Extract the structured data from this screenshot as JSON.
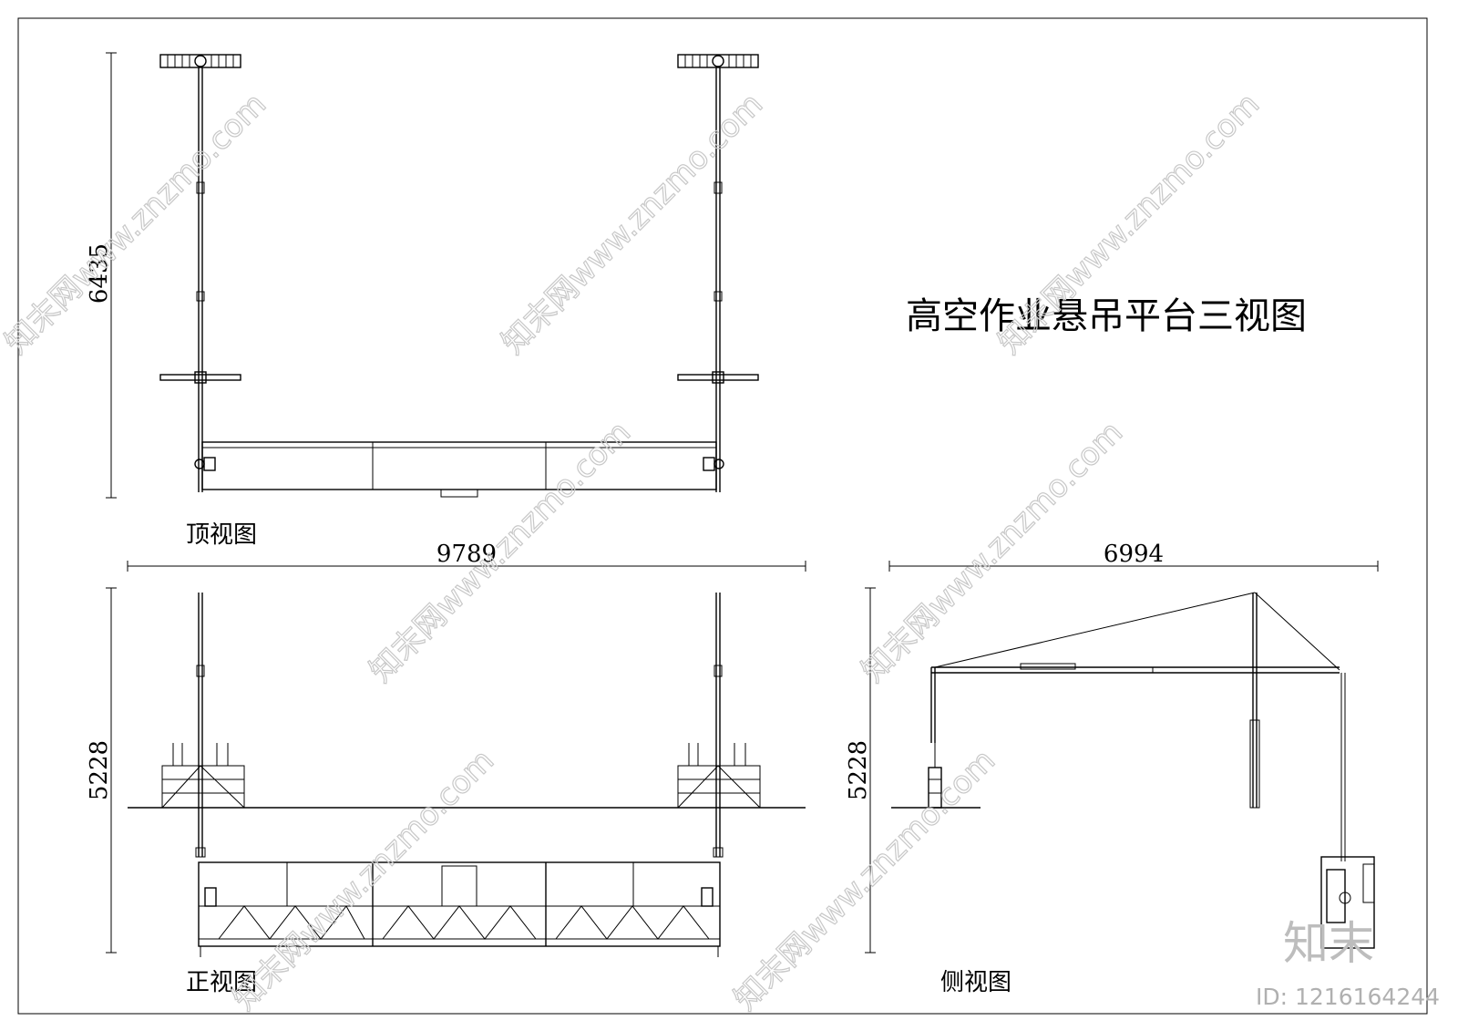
{
  "title": "高空作业悬吊平台三视图",
  "views": {
    "top": {
      "label": "顶视图"
    },
    "front": {
      "label": "正视图"
    },
    "side": {
      "label": "侧视图"
    }
  },
  "dimensions": {
    "top_height": "6435",
    "total_width": "9789",
    "front_height": "5228",
    "side_width": "6994",
    "side_height": "5228"
  },
  "watermark": {
    "text": "知末网www.znzmo.com",
    "logo": "知末",
    "id": "ID: 1216164244"
  }
}
